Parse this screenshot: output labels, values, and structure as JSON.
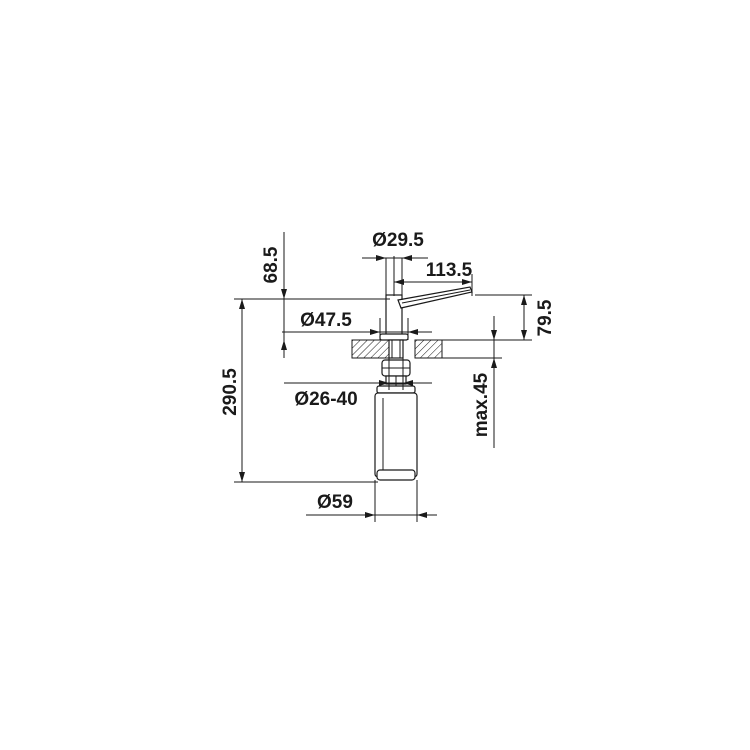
{
  "drawing": {
    "colors": {
      "line": "#1a1a1a",
      "background": "#ffffff"
    },
    "dimensions": {
      "d_spout": "Ø29.5",
      "reach": "113.5",
      "head_height": "68.5",
      "spout_height": "79.5",
      "d_flange": "Ø47.5",
      "hole_range": "Ø26-40",
      "max_thickness": "max.45",
      "total_height": "290.5",
      "d_bottle": "Ø59"
    }
  }
}
